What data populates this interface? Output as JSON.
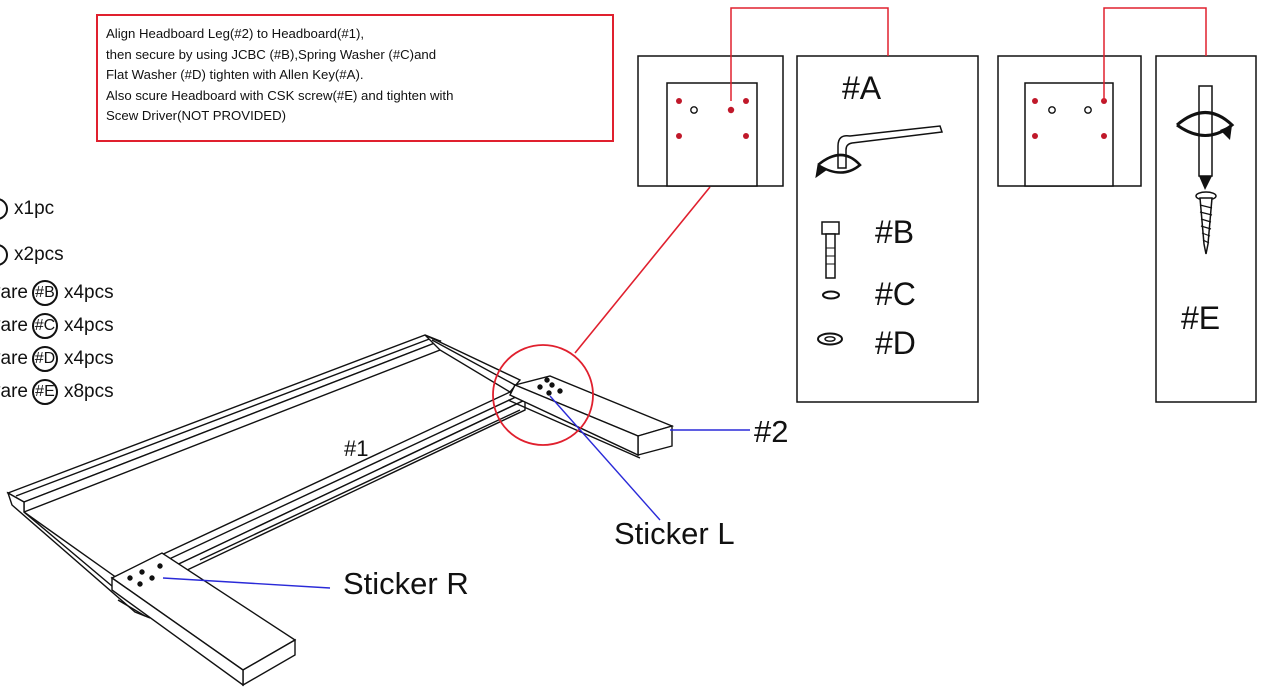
{
  "instructions": {
    "lines": [
      "Align Headboard Leg(#2) to Headboard(#1),",
      "then secure by using JCBC (#B),Spring Washer (#C)and",
      "Flat Washer (#D) tighten with Allen Key(#A).",
      "Also scure Headboard with CSK screw(#E) and tighten with",
      "Scew Driver(NOT PROVIDED)"
    ]
  },
  "parts_list": [
    {
      "prefix": "",
      "symbol": "",
      "count": "x1pc"
    },
    {
      "prefix": "",
      "symbol": "",
      "count": "x2pcs"
    },
    {
      "prefix": "vare",
      "symbol": "#B",
      "count": "x4pcs"
    },
    {
      "prefix": "vare",
      "symbol": "#C",
      "count": "x4pcs"
    },
    {
      "prefix": "vare",
      "symbol": "#D",
      "count": "x4pcs"
    },
    {
      "prefix": "vare",
      "symbol": "#E",
      "count": "x8pcs"
    }
  ],
  "labels": {
    "frame": "#1",
    "leg": "#2",
    "sticker_l": "Sticker L",
    "sticker_r": "Sticker R",
    "allen_key": "#A",
    "bolt": "#B",
    "spring_washer": "#C",
    "flat_washer": "#D",
    "screw": "#E"
  },
  "colors": {
    "callout": "#e0202e",
    "leader": "#2a2ad8",
    "ink": "#111111",
    "hole": "#c0182a"
  }
}
